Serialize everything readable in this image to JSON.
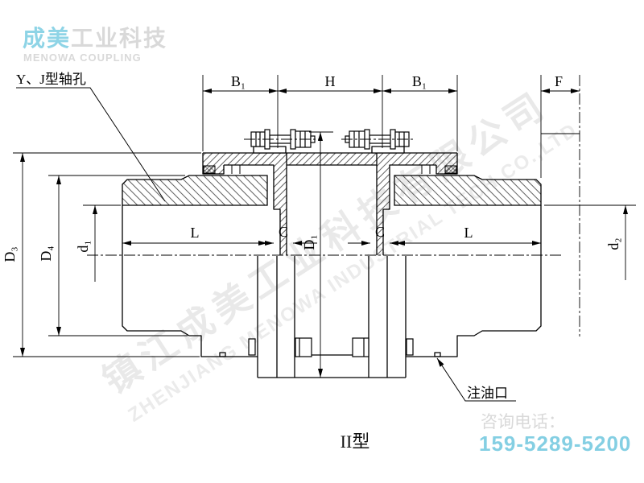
{
  "logo": {
    "brand_cn_highlight": "成美",
    "brand_cn_rest": "工业科技",
    "brand_en": "MENOWA COUPLING",
    "accent_color": "#8ed4e6",
    "gray_color": "#d9d9d9"
  },
  "annotations": {
    "shaft_hole_label": "Y、J型轴孔",
    "oil_port_label": "注油口",
    "type_label": "II型"
  },
  "dimensions": {
    "b1": "B₁",
    "h": "H",
    "f": "F",
    "d3_cap": "D₃",
    "d4_cap": "D₄",
    "d1_small": "d₁",
    "d2_small": "d₂",
    "l": "L",
    "c": "C",
    "d1_cap": "D₁"
  },
  "watermark": {
    "line_cn": "镇江成美工业科技有限公司",
    "line_en": "ZHENJIANG MENOWA INDUSTRIAL TECH CO.,LTD",
    "color": "#e9e9e9"
  },
  "contact": {
    "label": "咨询电话：",
    "phone": "159-5289-5200",
    "label_color": "#d9d9d9",
    "phone_color": "#84cfe3"
  },
  "drawing": {
    "line_color": "#000000",
    "background": "#ffffff",
    "view": "half-section gear coupling, type II, horizontal axis"
  }
}
